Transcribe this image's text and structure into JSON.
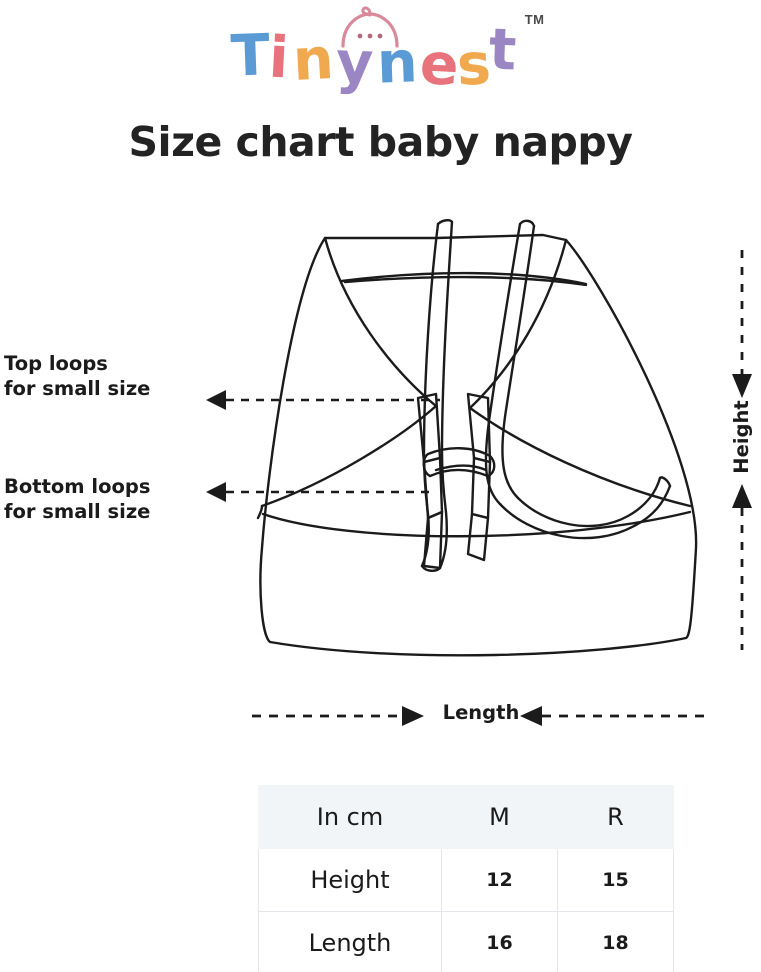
{
  "logo": {
    "letters": [
      {
        "char": "T",
        "color": "#5b9bd5"
      },
      {
        "char": "i",
        "color": "#e8737d"
      },
      {
        "char": "n",
        "color": "#f0a94e"
      },
      {
        "char": "y",
        "color": "#9b86c4"
      },
      {
        "char": "n",
        "color": "#5b9bd5"
      },
      {
        "char": "e",
        "color": "#e8737d"
      },
      {
        "char": "s",
        "color": "#f0a94e"
      },
      {
        "char": "t",
        "color": "#9b86c4"
      }
    ],
    "trademark": "TM",
    "face_icon": "baby-face-icon",
    "face_color": "#d98a9a"
  },
  "title": "Size chart baby nappy",
  "diagram": {
    "icon": "baby-nappy-diagram",
    "stroke_color": "#1b1b1b"
  },
  "callouts": {
    "top": "Top loops\nfor small size",
    "bottom": "Bottom loops\nfor small size"
  },
  "dimensions": {
    "length_label": "Length",
    "height_label": "Height",
    "arrow_color": "#1b1b1b"
  },
  "table": {
    "headers": [
      "In cm",
      "M",
      "R"
    ],
    "rows": [
      {
        "label": "Height",
        "m": "12",
        "r": "15"
      },
      {
        "label": "Length",
        "m": "16",
        "r": "18"
      }
    ],
    "header_bg": "#f2f5f8",
    "border_color": "#e3e6ea"
  }
}
